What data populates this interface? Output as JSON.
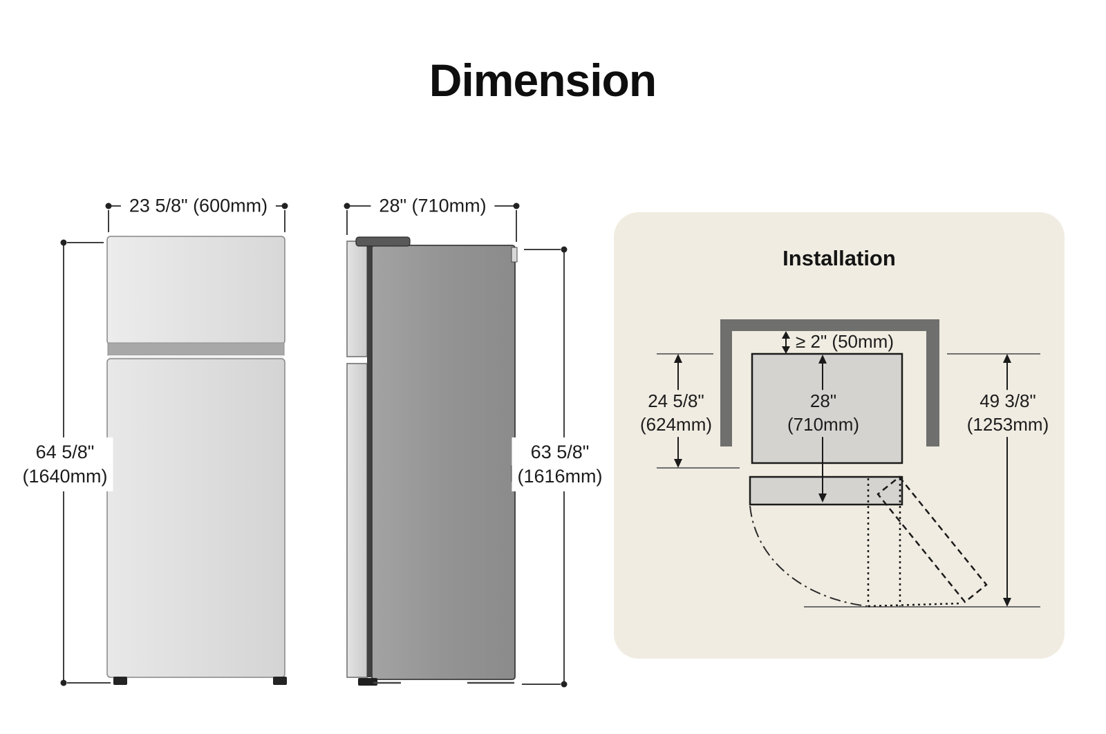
{
  "page": {
    "title": "Dimension"
  },
  "front_view": {
    "width": "23 5/8\" (600mm)",
    "height_in": "64 5/8\"",
    "height_mm": "(1640mm)"
  },
  "side_view": {
    "width": "28\" (710mm)",
    "height_in": "63 5/8\"",
    "height_mm": "(1616mm)"
  },
  "installation": {
    "title": "Installation",
    "top_clearance": "≥ 2\" (50mm)",
    "recess_height_in": "24 5/8\"",
    "recess_height_mm": "(624mm)",
    "depth_in": "28\"",
    "depth_mm": "(710mm)",
    "door_open_depth_in": "49 3/8\"",
    "door_open_depth_mm": "(1253mm)"
  },
  "colors": {
    "panel_bg": "#f0ece1",
    "wall": "#6f6f6e",
    "top_view_fill": "#d4d3d0",
    "dimension_line": "#3f3f3f"
  }
}
